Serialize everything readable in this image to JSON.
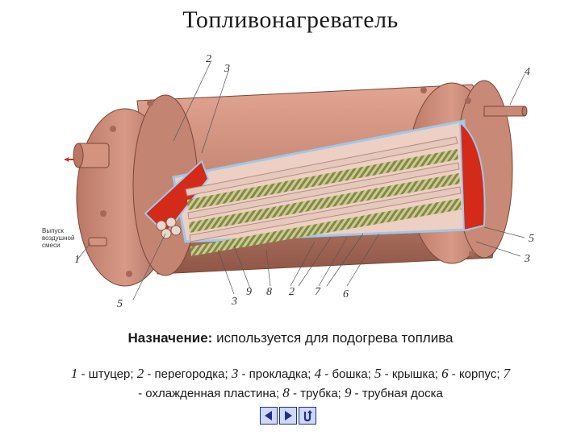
{
  "title": "Топливонагреватель",
  "side_note": "Выпуск воздушной смеси",
  "callouts": [
    "2",
    "3",
    "4",
    "5",
    "3",
    "9",
    "8",
    "2",
    "7",
    "6",
    "3",
    "5",
    "1"
  ],
  "purpose": {
    "label": "Назначение:",
    "text": "используется для подогрева топлива"
  },
  "legend": {
    "line1": [
      {
        "num": "1",
        "text": " - штуцер; "
      },
      {
        "num": "2",
        "text": " - перегородка; "
      },
      {
        "num": "3",
        "text": " - прокладка; "
      },
      {
        "num": "4",
        "text": " - бошка; "
      },
      {
        "num": "5",
        "text": " - крышка; "
      },
      {
        "num": "6",
        "text": " - корпус; "
      },
      {
        "num": "7",
        "text": ""
      }
    ],
    "line2": [
      {
        "num": "",
        "text": "- охлажденная пластина; "
      },
      {
        "num": "8",
        "text": " - трубка; "
      },
      {
        "num": "9",
        "text": " - трубная доска"
      }
    ]
  },
  "nav": {
    "prev": "back-arrow-icon",
    "next": "forward-arrow-icon",
    "return": "return-arrow-icon"
  },
  "colors": {
    "body": "#c88a76",
    "body_dark": "#9a5e4e",
    "interior_red": "#d42a1a",
    "tube_stripe": "#8c9a4a",
    "gasket_blue": "#9ec8e8",
    "nav_blue": "#1f2f8a"
  }
}
